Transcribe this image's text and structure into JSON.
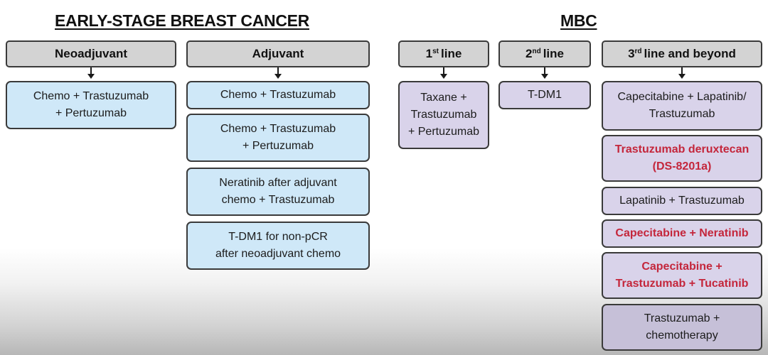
{
  "early": {
    "title": "EARLY-STAGE BREAST CANCER",
    "neoadjuvant": {
      "header": "Neoadjuvant",
      "items": [
        "Chemo + Trastuzumab\n+ Pertuzumab"
      ]
    },
    "adjuvant": {
      "header": "Adjuvant",
      "items": [
        "Chemo + Trastuzumab",
        "Chemo + Trastuzumab\n+ Pertuzumab",
        "Neratinib after adjuvant\nchemo + Trastuzumab",
        "T-DM1 for non-pCR\nafter neoadjuvant chemo"
      ]
    }
  },
  "mbc": {
    "title": "MBC",
    "first_line": {
      "header_num": "1",
      "header_sup": "st",
      "header_text": "line",
      "items": [
        "Taxane +\nTrastuzumab\n+ Pertuzumab"
      ]
    },
    "second_line": {
      "header_num": "2",
      "header_sup": "nd",
      "header_text": "line",
      "items": [
        "T-DM1"
      ]
    },
    "third_line": {
      "header_num": "3",
      "header_sup": "rd",
      "header_text": "line and beyond",
      "items": [
        "Capecitabine + Lapatinib/\nTrastuzumab",
        "Trastuzumab deruxtecan\n(DS-8201a)",
        "Lapatinib + Trastuzumab",
        "Capecitabine + Neratinib",
        "Capecitabine +\nTrastuzumab + Tucatinib",
        "Trastuzumab +\nchemotherapy"
      ]
    }
  },
  "colors": {
    "early_box_fill": "#cfe8f8",
    "mbc_box_fill": "#d9d3ea",
    "header_fill": "#d3d3d3",
    "highlight_text": "#c4263b"
  }
}
